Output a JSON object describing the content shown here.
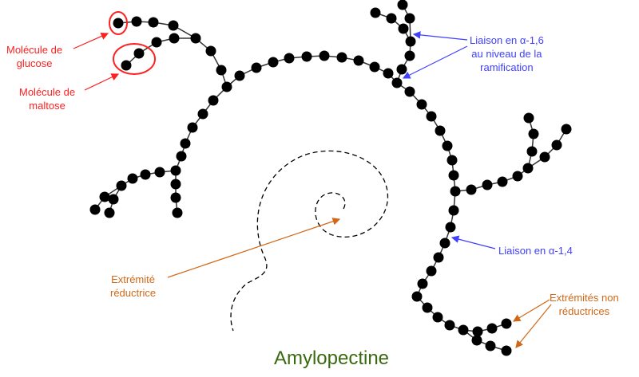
{
  "title": "Amylopectine",
  "labels": {
    "glucose": [
      "Molécule de",
      "glucose"
    ],
    "maltose": [
      "Molécule de",
      "maltose"
    ],
    "alpha16": [
      "Liaison en α-1,6",
      "au niveau de la",
      "ramification"
    ],
    "alpha14": "Liaison en α-1,4",
    "reducing_end": [
      "Extrémité",
      "réductrice"
    ],
    "nonreducing_ends": [
      "Extrémités non",
      "réductrices"
    ]
  },
  "colors": {
    "glucose_unit": "#000000",
    "highlight": "#ff2020",
    "bond_label": "#4040ff",
    "end_label": "#d06818",
    "title": "#3a6a10"
  }
}
